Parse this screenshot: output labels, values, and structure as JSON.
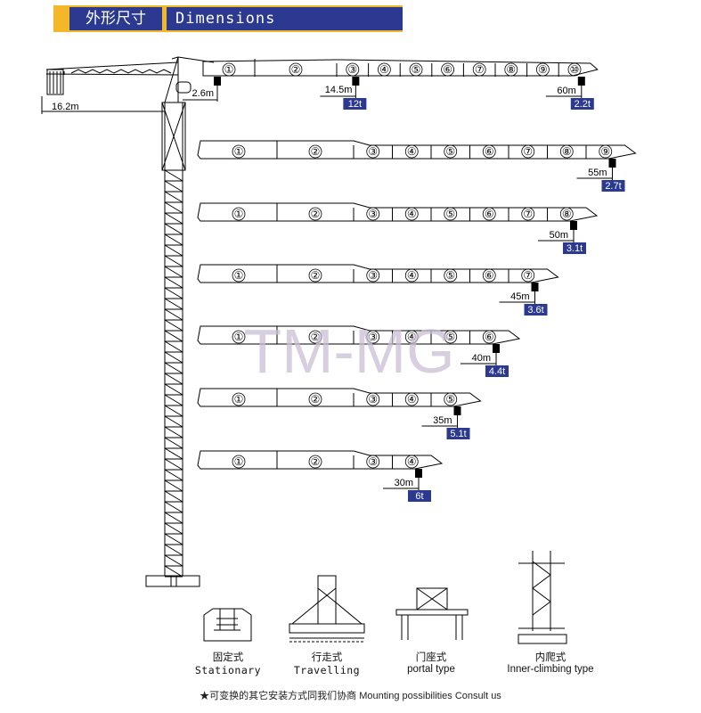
{
  "header": {
    "title_cn": "外形尺寸",
    "title_en": "Dimensions"
  },
  "tower": {
    "counter_jib_length": "16.2m",
    "hook_min_radius": "2.6m"
  },
  "jib_configs": [
    {
      "sections": [
        "①",
        "②",
        "③",
        "④",
        "⑤",
        "⑥",
        "⑦",
        "⑧",
        "⑨",
        "⑩"
      ],
      "length": "60m",
      "tip_load": "2.2t",
      "mid_radius": "14.5m",
      "mid_load": "12t"
    },
    {
      "sections": [
        "①",
        "②",
        "③",
        "④",
        "⑤",
        "⑥",
        "⑦",
        "⑧",
        "⑨"
      ],
      "length": "55m",
      "tip_load": "2.7t"
    },
    {
      "sections": [
        "①",
        "②",
        "③",
        "④",
        "⑤",
        "⑥",
        "⑦",
        "⑧"
      ],
      "length": "50m",
      "tip_load": "3.1t"
    },
    {
      "sections": [
        "①",
        "②",
        "③",
        "④",
        "⑤",
        "⑥",
        "⑦"
      ],
      "length": "45m",
      "tip_load": "3.6t"
    },
    {
      "sections": [
        "①",
        "②",
        "③",
        "④",
        "⑤",
        "⑥"
      ],
      "length": "40m",
      "tip_load": "4.4t"
    },
    {
      "sections": [
        "①",
        "②",
        "③",
        "④",
        "⑤"
      ],
      "length": "35m",
      "tip_load": "5.1t"
    },
    {
      "sections": [
        "①",
        "②",
        "③",
        "④"
      ],
      "length": "30m",
      "tip_load": "6t"
    }
  ],
  "watermark": "TM-MG",
  "mountings": [
    {
      "cn": "固定式",
      "en": "Stationary",
      "icon": "stationary-base-icon"
    },
    {
      "cn": "行走式",
      "en": "Travelling",
      "icon": "travelling-base-icon"
    },
    {
      "cn": "门座式",
      "en": "portal type",
      "icon": "portal-base-icon"
    },
    {
      "cn": "内爬式",
      "en": "Inner-climbing type",
      "icon": "inner-climbing-icon"
    }
  ],
  "footer_note": "★可变换的其它安装方式同我们协商 Mounting possibilities Consult us",
  "colors": {
    "header_bar": "#f2b829",
    "header_label": "#2b3990",
    "load_box": "#2b3990",
    "watermark": "#c9bdd6"
  }
}
